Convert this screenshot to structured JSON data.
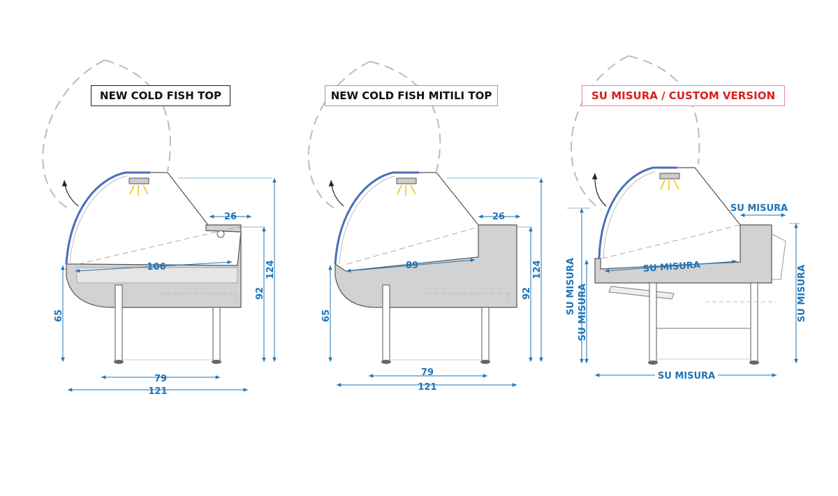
{
  "colors": {
    "dimension": "#1f74b6",
    "outline": "#555555",
    "fill": "#cfcfcf",
    "glass": "#4a6fb8",
    "custom_title": "#d62020"
  },
  "diagrams": [
    {
      "title": "NEW COLD FISH TOP",
      "dims": {
        "height_total": "124",
        "height_counter": "92",
        "height_front": "65",
        "depth_shelf": "26",
        "width_tray": "106",
        "width_base": "79",
        "width_total": "121"
      }
    },
    {
      "title": "NEW COLD FISH MITILI TOP",
      "dims": {
        "height_total": "124",
        "height_counter": "92",
        "height_front": "65",
        "depth_shelf": "26",
        "width_tray": "89",
        "width_base": "79",
        "width_total": "121"
      }
    },
    {
      "title": "SU MISURA / CUSTOM VERSION",
      "dims": {
        "depth_shelf": "SU MISURA",
        "width_tray": "SU MISURA",
        "height_front_outer": "SU MISURA",
        "height_front_inner": "SU MISURA",
        "height_right": "SU MISURA",
        "width_total": "SU MISURA"
      }
    }
  ]
}
